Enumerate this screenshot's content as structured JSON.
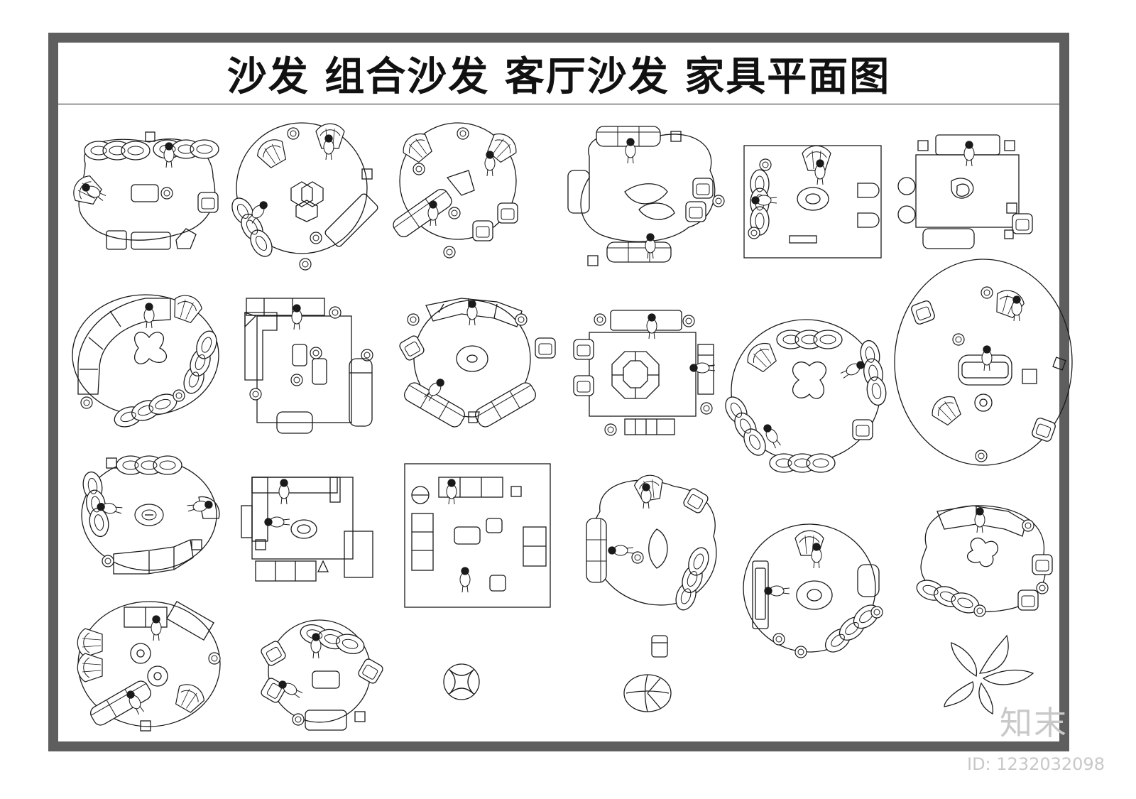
{
  "title": "沙发 组合沙发 客厅沙发 家具平面图",
  "brand": "知末",
  "image_id": "ID: 1232032098",
  "colors": {
    "frame": "#5e5e5e",
    "line": "#1a1a1a",
    "watermark": "#c8c8c8"
  },
  "icons": [
    "sofa-icon",
    "armchair-icon",
    "side-table-icon",
    "person-icon",
    "rug-icon",
    "coffee-table-icon"
  ]
}
